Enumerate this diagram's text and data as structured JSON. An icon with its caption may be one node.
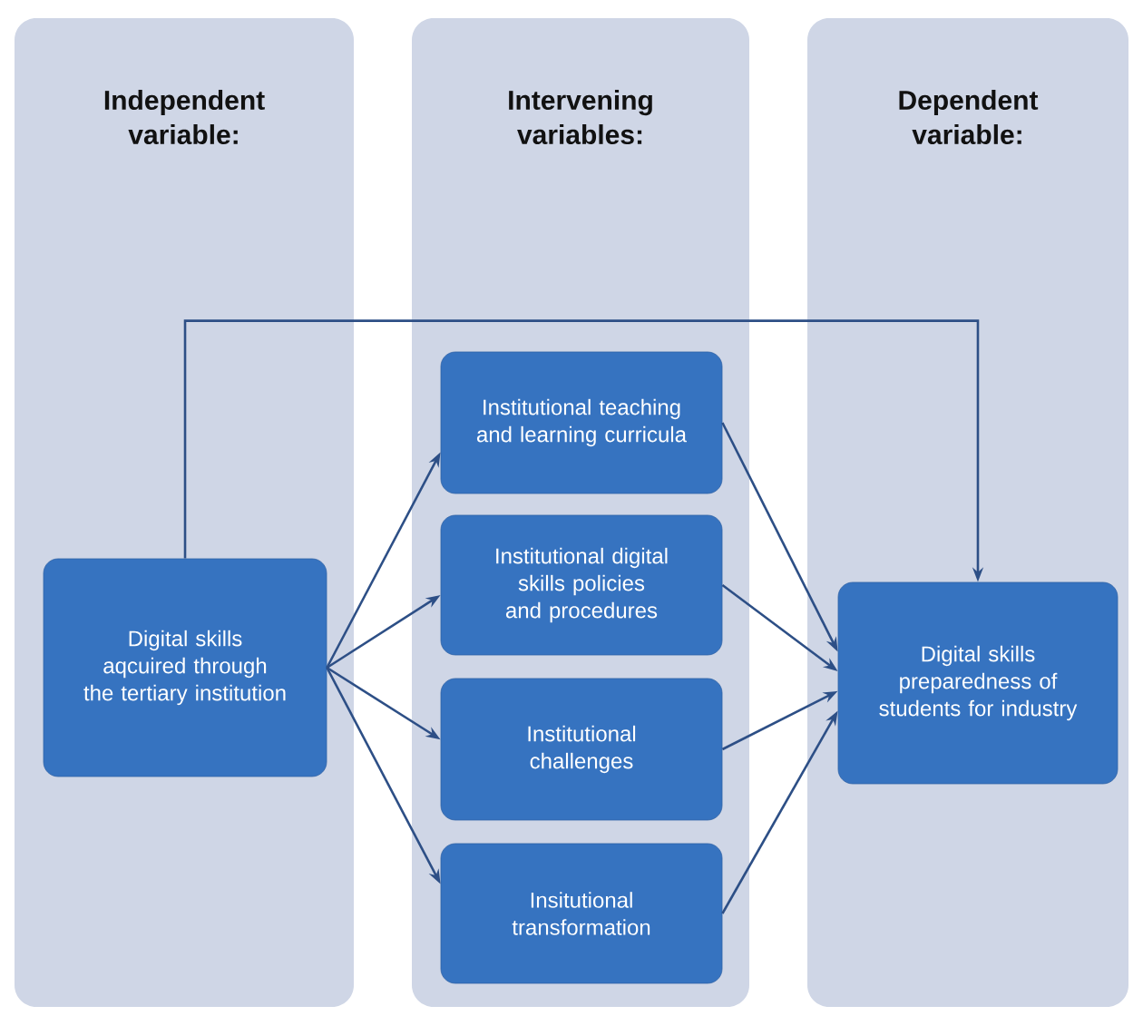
{
  "diagram": {
    "nodes": [
      {
        "text": [
          "Independent variable:"
        ]
      },
      {
        "text": [
          "Intervening variables:"
        ]
      },
      {
        "text": [
          "Dependent variable:"
        ]
      },
      {
        "text": [
          "Digital skills aqcuired through the tertiary institution"
        ],
        "in": 0
      },
      {
        "text": [
          "Institutional teaching and learning  curricula"
        ],
        "in": 1
      },
      {
        "text": [
          "Institutional digital skills policies and procedures"
        ],
        "in": 1
      },
      {
        "text": [
          "Institutional challenges"
        ],
        "in": 1
      },
      {
        "text": [
          "Insitutional transformation"
        ],
        "in": 1
      },
      {
        "text": [
          "Digital skills preparedness of students for industry"
        ],
        "in": 2
      }
    ],
    "edges": [
      {
        "from": 3,
        "to": 8,
        "arrow": "to"
      },
      {
        "from": 3,
        "to": 4,
        "arrow": "to"
      },
      {
        "from": 3,
        "to": 5,
        "arrow": "to"
      },
      {
        "from": 3,
        "to": 6,
        "arrow": "to"
      },
      {
        "from": 3,
        "to": 7,
        "arrow": "to"
      },
      {
        "from": 4,
        "to": 8,
        "arrow": "to"
      },
      {
        "from": 5,
        "to": 8,
        "arrow": "to"
      },
      {
        "from": 6,
        "to": 8,
        "arrow": "to"
      },
      {
        "from": 7,
        "to": 8,
        "arrow": "to"
      }
    ]
  }
}
